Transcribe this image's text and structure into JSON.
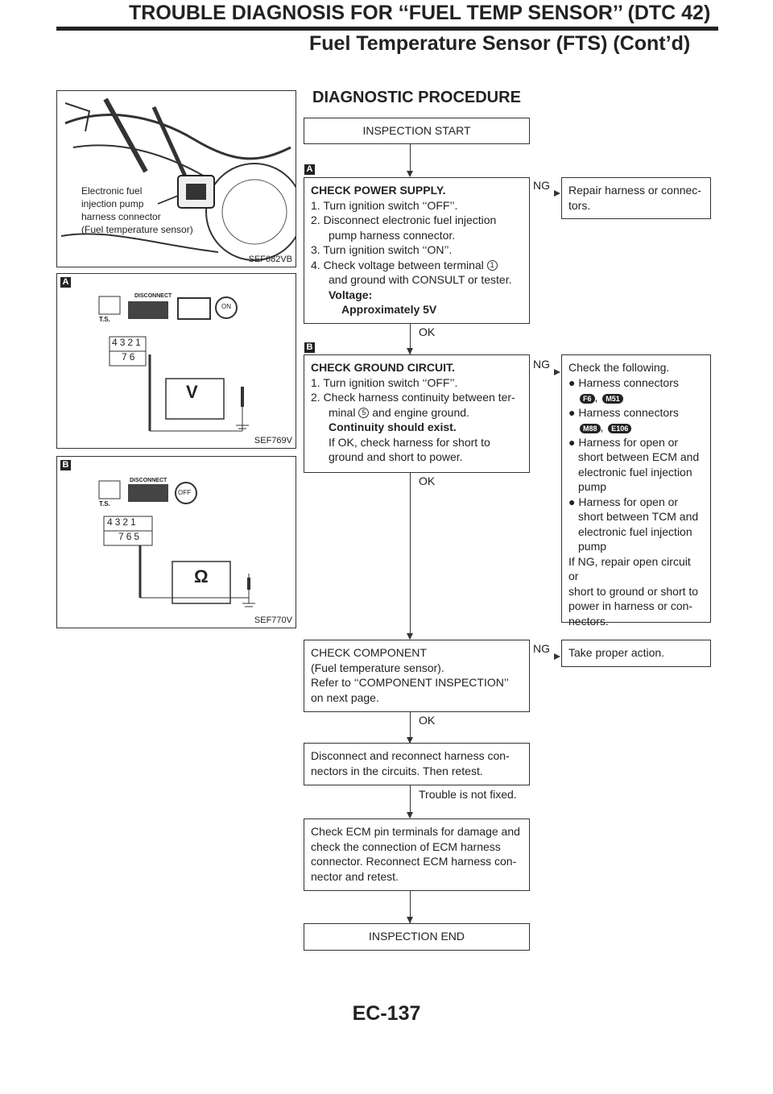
{
  "header": {
    "line1": "TROUBLE DIAGNOSIS FOR ‘‘FUEL TEMP SENSOR’’ (DTC 42)",
    "line2": "Fuel Temperature Sensor (FTS) (Cont’d)"
  },
  "section_title": "DIAGNOSTIC PROCEDURE",
  "figures": {
    "fig1": {
      "label": "SEF682VB",
      "annotation": [
        "Electronic fuel",
        "injection pump",
        "harness connector",
        "(Fuel temperature sensor)"
      ]
    },
    "fig2": {
      "label": "SEF769V",
      "step": "A",
      "meter": "V",
      "switch": "ON",
      "ts": "T.S.",
      "disconnect": "DISCONNECT",
      "pins_top": [
        "4",
        "3",
        "2",
        "1"
      ],
      "pins_bottom": [
        "7",
        "6"
      ]
    },
    "fig3": {
      "label": "SEF770V",
      "step": "B",
      "meter": "Ω",
      "switch": "OFF",
      "ts": "T.S.",
      "disconnect": "DISCONNECT",
      "pins_top": [
        "4",
        "3",
        "2",
        "1"
      ],
      "pins_bottom": [
        "7",
        "6",
        "5"
      ]
    }
  },
  "flow": {
    "start": "INSPECTION START",
    "step_a": {
      "letter": "A",
      "title": "CHECK POWER SUPPLY.",
      "line1": "1. Turn ignition switch ‘‘OFF’’.",
      "line2a": "2. Disconnect electronic fuel injection",
      "line2b": "pump harness connector.",
      "line3": "3. Turn ignition switch ‘‘ON’’.",
      "line4a": "4. Check voltage between terminal",
      "terminal": "1",
      "line4b": "and ground with CONSULT or tester.",
      "spec_label": "Voltage:",
      "spec_value": "Approximately 5V",
      "ng": "NG",
      "ok": "OK",
      "ng_action_1": "Repair harness or connec-",
      "ng_action_2": "tors."
    },
    "step_b": {
      "letter": "B",
      "title": "CHECK GROUND CIRCUIT.",
      "line1": "1. Turn ignition switch ‘‘OFF’’.",
      "line2a": "2. Check harness continuity between ter-",
      "line2b_pre": "minal",
      "terminal": "5",
      "line2b_post": "and engine ground.",
      "spec": "Continuity should exist.",
      "line3a": "If OK, check harness for short to",
      "line3b": "ground and short to power.",
      "ng": "NG",
      "ok": "OK",
      "ng_title": "Check the following.",
      "bullet1": "Harness connectors",
      "conn1a": "F6",
      "conn1b": "M51",
      "bullet2": "Harness connectors",
      "conn2a": "M88",
      "conn2b": "E106",
      "bullet3": [
        "Harness for open or",
        "short between ECM and",
        "electronic fuel injection",
        "pump"
      ],
      "bullet4": [
        "Harness for open or",
        "short between TCM and",
        "electronic fuel injection",
        "pump"
      ],
      "ng_footer": [
        "If NG, repair open circuit or",
        "short to ground or short to",
        "power in harness or con-",
        "nectors."
      ]
    },
    "step_c": {
      "lines": [
        "CHECK COMPONENT",
        "(Fuel temperature sensor).",
        "Refer to ‘‘COMPONENT INSPECTION’’",
        "on next page."
      ],
      "ng": "NG",
      "ok": "OK",
      "ng_action": "Take proper action."
    },
    "step_d": {
      "lines": [
        "Disconnect and reconnect harness con-",
        "nectors in the circuits. Then retest."
      ],
      "result": "Trouble is not fixed."
    },
    "step_e": {
      "lines": [
        "Check ECM pin terminals for damage and",
        "check the connection of ECM harness",
        "connector. Reconnect ECM harness con-",
        "nector and retest."
      ]
    },
    "end": "INSPECTION END"
  },
  "footer": {
    "page": "EC-137"
  }
}
